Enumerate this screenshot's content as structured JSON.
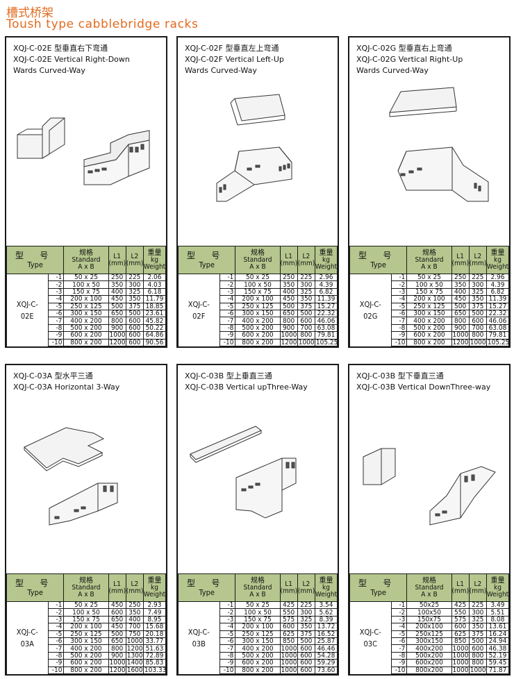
{
  "header": {
    "title_cn": "槽式桥架",
    "title_en": "Toush type cabblebridge racks"
  },
  "table_headers": {
    "type_cn": "型 号",
    "type_en": "Type",
    "spec_cn": "规格",
    "spec_en": "Standard",
    "spec_ab": "A x B",
    "l1": "L1",
    "l2": "L2",
    "mm": "(mm)",
    "weight_cn": "重量",
    "weight_kg": "kg",
    "weight_en": "Weight"
  },
  "panels": [
    {
      "caption": "XQJ-C-02E 型垂直右下弯通\nXQJ-C-02E Vertical Right-Down\nWards Curved-Way",
      "model": "XQJ-C-\n02E",
      "rows": [
        [
          "-1",
          "50 x 25",
          "250",
          "225",
          "2.06"
        ],
        [
          "-2",
          "100 x 50",
          "350",
          "300",
          "4.03"
        ],
        [
          "-3",
          "150 x 75",
          "400",
          "325",
          "6.18"
        ],
        [
          "-4",
          "200 x 100",
          "450",
          "350",
          "11.79"
        ],
        [
          "-5",
          "250 x 125",
          "500",
          "375",
          "18.85"
        ],
        [
          "-6",
          "300 x 150",
          "650",
          "500",
          "23.61"
        ],
        [
          "-7",
          "400 x 200",
          "800",
          "600",
          "45.82"
        ],
        [
          "-8",
          "500 x 200",
          "900",
          "600",
          "50.22"
        ],
        [
          "-9",
          "600 x 200",
          "1000",
          "600",
          "64.86"
        ],
        [
          "-10",
          "800 x 200",
          "1200",
          "600",
          "90.56"
        ]
      ]
    },
    {
      "caption": "XQJ-C-02F 型垂直左上弯通\nXQJ-C-02F Vertical Left-Up\nWards Curved-Way",
      "model": "XQJ-C-\n02F",
      "rows": [
        [
          "-1",
          "50 x 25",
          "250",
          "225",
          "2.96"
        ],
        [
          "-2",
          "100 x 50",
          "350",
          "300",
          "4.39"
        ],
        [
          "-3",
          "150 x 75",
          "400",
          "325",
          "6.82"
        ],
        [
          "-4",
          "200 x 100",
          "450",
          "350",
          "11.39"
        ],
        [
          "-5",
          "250 x 125",
          "500",
          "375",
          "15.27"
        ],
        [
          "-6",
          "300 x 150",
          "650",
          "500",
          "22.32"
        ],
        [
          "-7",
          "400 x 200",
          "800",
          "600",
          "46.06"
        ],
        [
          "-8",
          "500 x 200",
          "900",
          "700",
          "63.08"
        ],
        [
          "-9",
          "600 x 200",
          "1000",
          "800",
          "79.81"
        ],
        [
          "-10",
          "800 x 200",
          "1200",
          "1000",
          "105.25"
        ]
      ]
    },
    {
      "caption": "XQJ-C-02G 型垂直右上弯通\nXQJ-C-02G Vertical Right-Up\nWards Curved-Way",
      "model": "XQJ-C-\n02G",
      "rows": [
        [
          "-1",
          "50 x 25",
          "250",
          "225",
          "2.96"
        ],
        [
          "-2",
          "100 x 50",
          "350",
          "300",
          "4.39"
        ],
        [
          "-3",
          "150 x 75",
          "400",
          "325",
          "6.82"
        ],
        [
          "-4",
          "200 x 100",
          "450",
          "350",
          "11.39"
        ],
        [
          "-5",
          "250 x 125",
          "500",
          "375",
          "15.27"
        ],
        [
          "-6",
          "300 x 150",
          "650",
          "500",
          "22.32"
        ],
        [
          "-7",
          "400 x 200",
          "800",
          "600",
          "46.06"
        ],
        [
          "-8",
          "500 x 200",
          "900",
          "700",
          "63.08"
        ],
        [
          "-9",
          "600 x 200",
          "1000",
          "800",
          "79.81"
        ],
        [
          "-10",
          "800 x 200",
          "1200",
          "1000",
          "105.25"
        ]
      ]
    },
    {
      "caption": "XQJ-C-03A 型水平三通\nXQJ-C-03A Horizontal 3-Way",
      "model": "XQJ-C-\n03A",
      "rows": [
        [
          "-1",
          "50 x 25",
          "450",
          "250",
          "2.93"
        ],
        [
          "-2",
          "100 x 50",
          "600",
          "350",
          "7.49"
        ],
        [
          "-3",
          "150 x 75",
          "650",
          "400",
          "8.95"
        ],
        [
          "-4",
          "200 x 100",
          "450",
          "700",
          "15.68"
        ],
        [
          "-5",
          "250 x 125",
          "500",
          "750",
          "20.18"
        ],
        [
          "-6",
          "300 x 150",
          "650",
          "1000",
          "33.77"
        ],
        [
          "-7",
          "400 x 200",
          "800",
          "1200",
          "51.63"
        ],
        [
          "-8",
          "500 x 200",
          "900",
          "1300",
          "72.89"
        ],
        [
          "-9",
          "600 x 200",
          "1000",
          "1400",
          "85.83"
        ],
        [
          "-10",
          "800 x 200",
          "1200",
          "1600",
          "103.33"
        ]
      ]
    },
    {
      "caption": "XQJ-C-03B 型上垂直三通\nXQJ-C-03B Vertical upThree-Way",
      "model": "XQJ-C-\n03B",
      "rows": [
        [
          "-1",
          "50 x 25",
          "425",
          "225",
          "3.54"
        ],
        [
          "-2",
          "100 x 50",
          "550",
          "300",
          "5.62"
        ],
        [
          "-3",
          "150 x 75",
          "575",
          "325",
          "8.39"
        ],
        [
          "-4",
          "200 x 100",
          "600",
          "350",
          "13.72"
        ],
        [
          "-5",
          "250 x 125",
          "625",
          "375",
          "16.52"
        ],
        [
          "-6",
          "300 x 150",
          "850",
          "500",
          "25.87"
        ],
        [
          "-7",
          "400 x 200",
          "1000",
          "600",
          "46.46"
        ],
        [
          "-8",
          "500 x 200",
          "1000",
          "600",
          "54.28"
        ],
        [
          "-9",
          "600 x 200",
          "1000",
          "600",
          "59.29"
        ],
        [
          "-10",
          "800 x 200",
          "1000",
          "600",
          "73.60"
        ]
      ]
    },
    {
      "caption": "XQJ-C-03B 型下垂直三通\nXQJ-C-03B Vertical DownThree-way",
      "model": "XQJ-C-\n03C",
      "rows": [
        [
          "-1",
          "50x25",
          "425",
          "225",
          "3.49"
        ],
        [
          "-2",
          "100x50",
          "550",
          "300",
          "5.51"
        ],
        [
          "-3",
          "150x75",
          "575",
          "325",
          "8.08"
        ],
        [
          "-4",
          "200x100",
          "600",
          "350",
          "13.61"
        ],
        [
          "-5",
          "250x125",
          "625",
          "375",
          "16.24"
        ],
        [
          "-6",
          "300x150",
          "850",
          "500",
          "24.94"
        ],
        [
          "-7",
          "400x200",
          "1000",
          "600",
          "46.38"
        ],
        [
          "-8",
          "500x200",
          "1000",
          "800",
          "52.19"
        ],
        [
          "-9",
          "600x200",
          "1000",
          "800",
          "59.45"
        ],
        [
          "-10",
          "800x200",
          "1000",
          "1000",
          "71.87"
        ]
      ]
    }
  ]
}
